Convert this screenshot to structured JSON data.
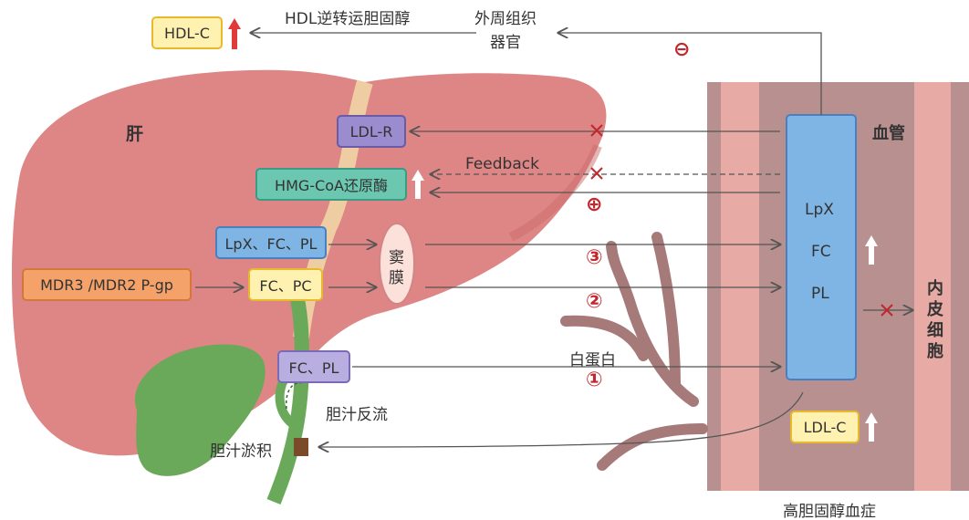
{
  "labels": {
    "hdlc": "HDL-C",
    "hdl_reverse": "HDL逆转运胆固醇",
    "peripheral_line1": "外周组织",
    "peripheral_line2": "器官",
    "liver": "肝",
    "vessel": "血管",
    "ldlr": "LDL-R",
    "hmgcoa": "HMG-CoA还原酶",
    "feedback": "Feedback",
    "lpx_fc_pl": "LpX、FC、PL",
    "mdr": "MDR3 /MDR2 P-gp",
    "fc_pc": "FC、PC",
    "sinus_line1": "窦",
    "sinus_line2": "膜",
    "fc_pl": "FC、PL",
    "albumin": "白蛋白",
    "bile_reflux": "胆汁反流",
    "cholestasis": "胆汁淤积",
    "ldlc": "LDL-C",
    "vessel_lpx": "LpX",
    "vessel_fc": "FC",
    "vessel_pl": "PL",
    "endo_1": "内",
    "endo_2": "皮",
    "endo_3": "细",
    "endo_4": "胞",
    "hyperchol": "高胆固醇血症",
    "minus_sym": "⊖",
    "plus_sym": "⊕",
    "num3": "③",
    "num2": "②",
    "num1": "①"
  },
  "colors": {
    "liver": "#de8585",
    "vessel_wall": "#b89090",
    "vessel_inner": "#e8aaa4",
    "gallbladder": "#6aa95a",
    "red_mark": "#c1272d",
    "up_arrow_red": "#e03a3a"
  },
  "icons": [
    "up-arrow-icon",
    "cross-icon",
    "minus-circle-icon",
    "plus-circle-icon"
  ]
}
